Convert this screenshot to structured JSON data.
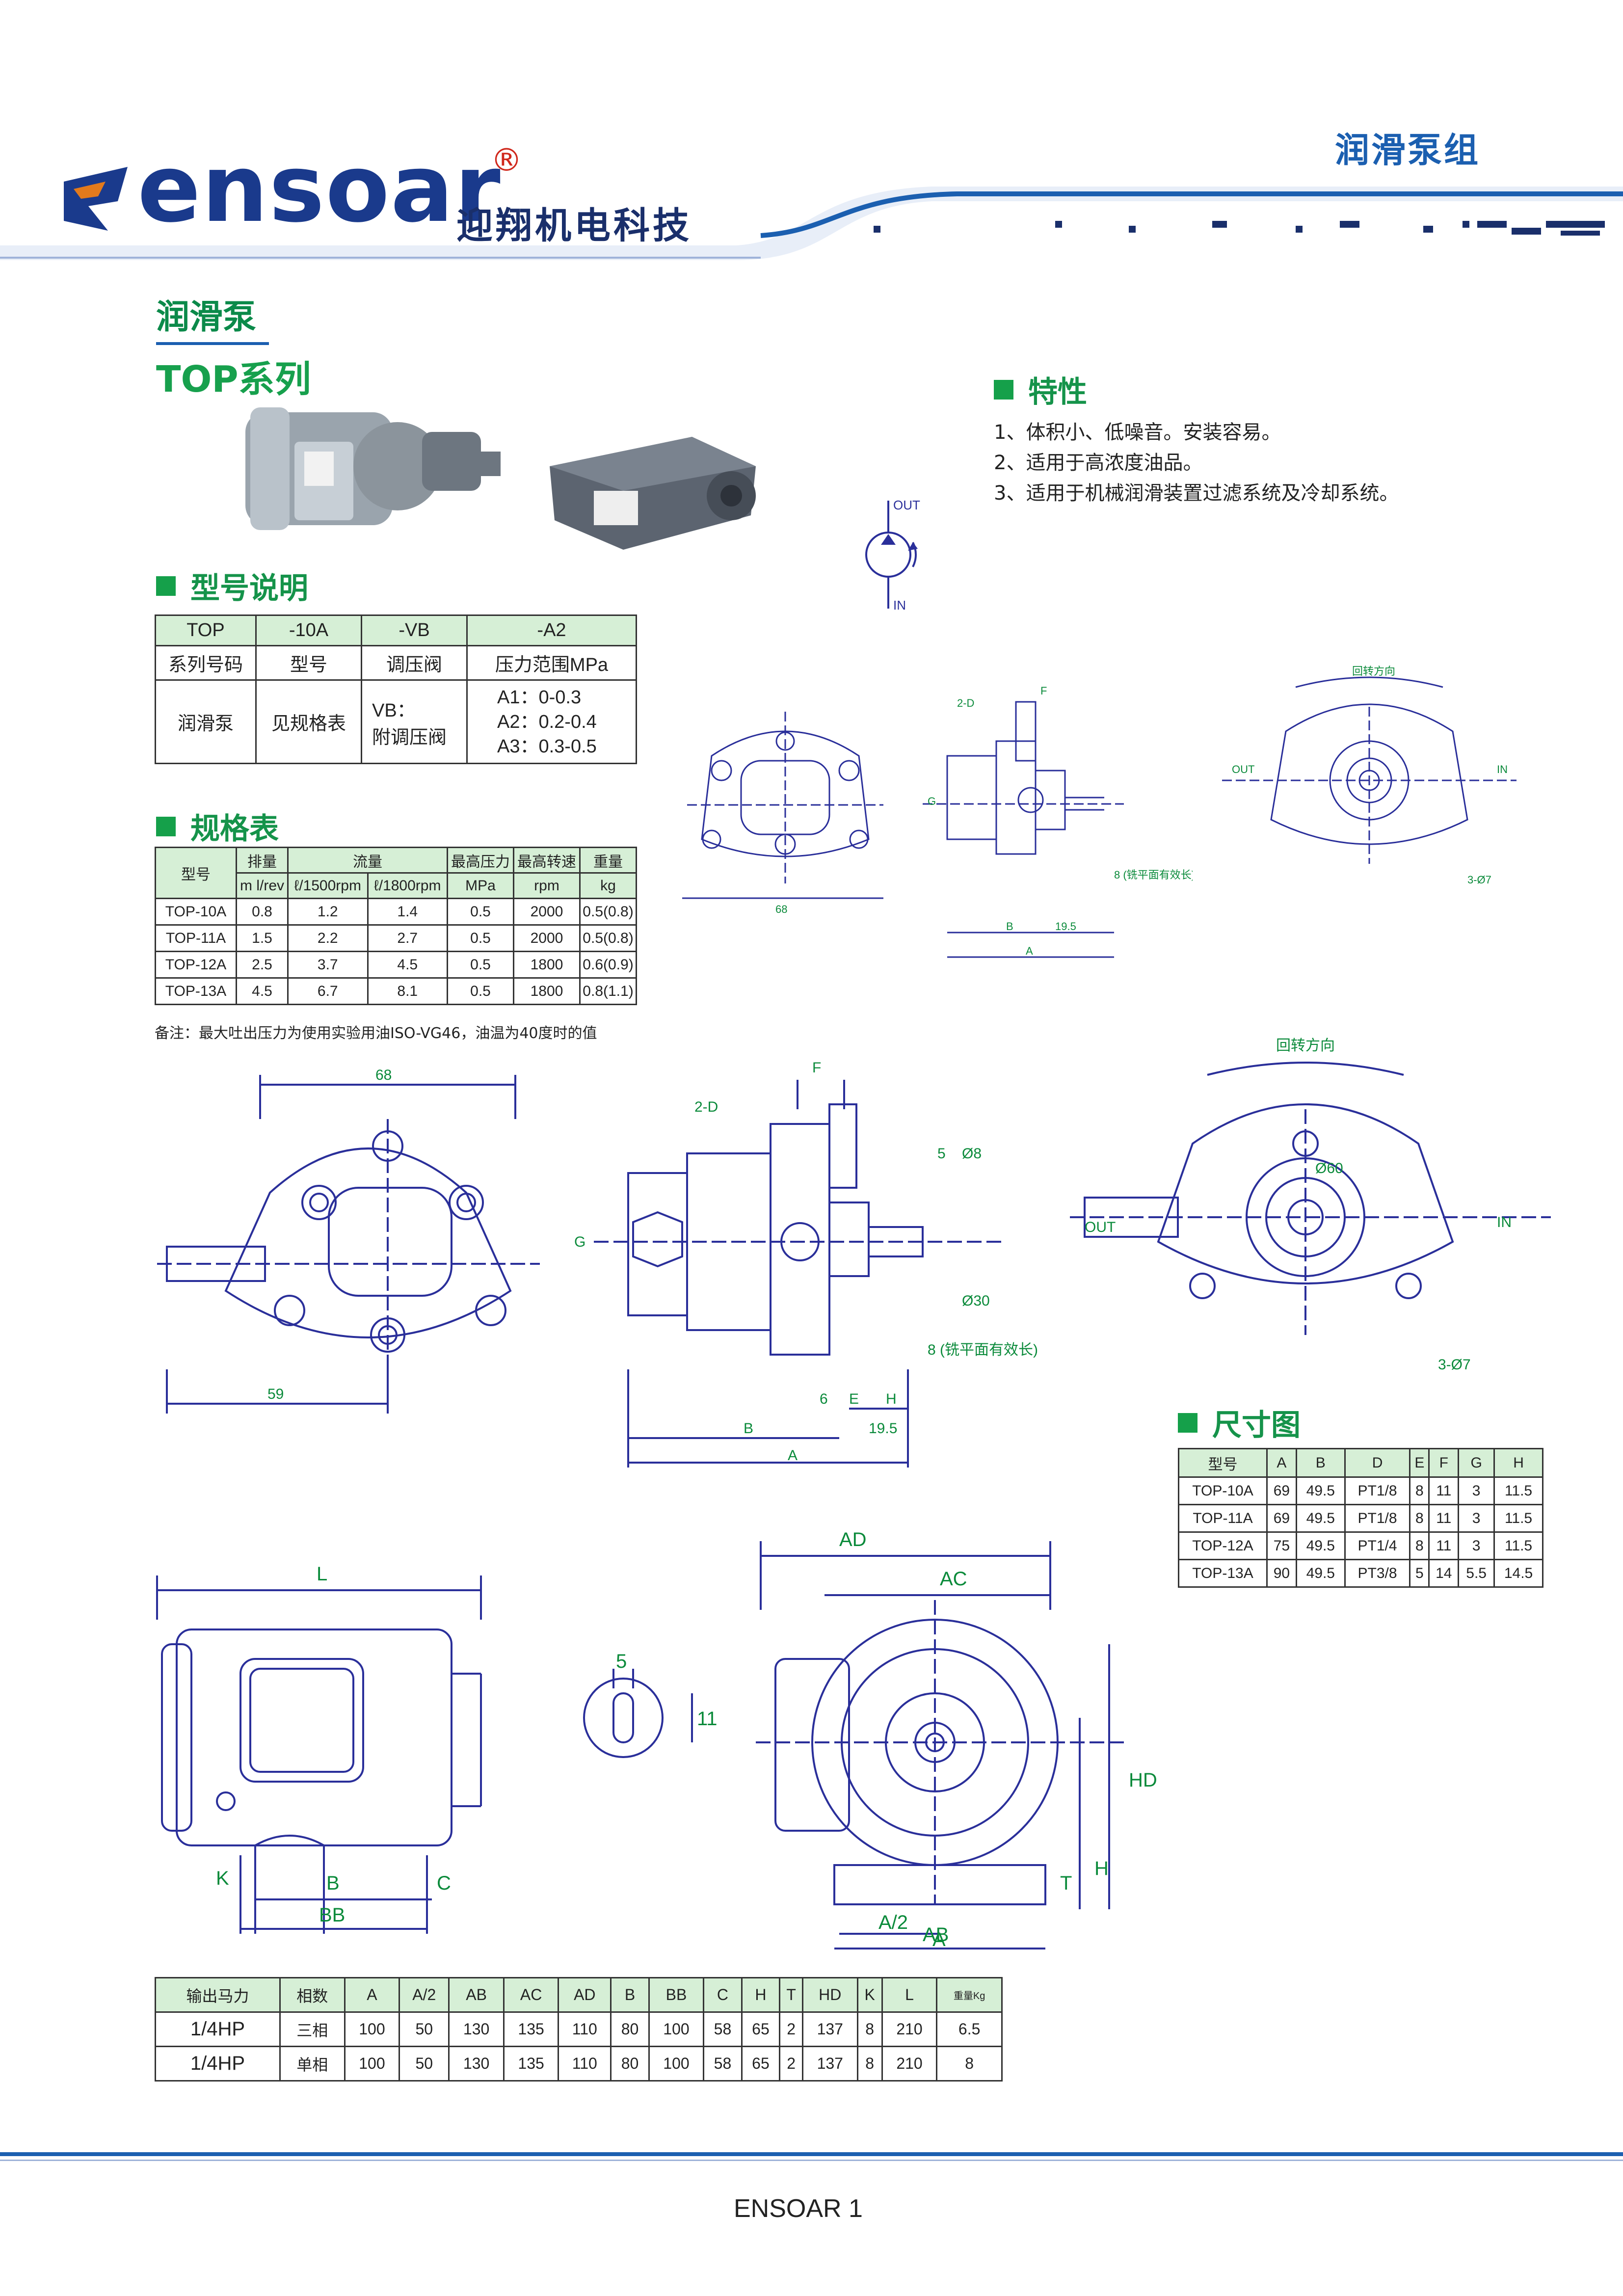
{
  "header": {
    "logo_text": "ensoar",
    "logo_registered": "®",
    "company_name": "迎翔机电科技",
    "category_title": "润滑泵组"
  },
  "product": {
    "title": "润滑泵",
    "subtitle": "TOP系列"
  },
  "features": {
    "heading": "特性",
    "items": [
      "1、体积小、低噪音。安装容易。",
      "2、适用于高浓度油品。",
      "3、适用于机械润滑装置过滤系统及冷却系统。"
    ]
  },
  "symbol": {
    "out": "OUT",
    "in": "IN"
  },
  "model_explain": {
    "heading": "型号说明",
    "row1": [
      "TOP",
      "-10A",
      "-VB",
      "-A2"
    ],
    "row2": [
      "系列号码",
      "型号",
      "调压阀",
      "压力范围MPa"
    ],
    "row3_col1": "润滑泵",
    "row3_col2": "见规格表",
    "row3_col3_line1": "VB：",
    "row3_col3_line2": "附调压阀",
    "row3_col4": [
      "A1：0-0.3",
      "A2：0.2-0.4",
      "A3：0.3-0.5"
    ]
  },
  "spec_table": {
    "heading": "规格表",
    "headers": {
      "model": "型号",
      "displacement": "排量",
      "flow": "流量",
      "max_pressure": "最高压力",
      "max_speed": "最高转速",
      "weight": "重量",
      "disp_unit": "m l/rev",
      "flow_1500": "ℓ/1500rpm",
      "flow_1800": "ℓ/1800rpm",
      "pressure_unit": "MPa",
      "speed_unit": "rpm",
      "weight_unit": "kg"
    },
    "rows": [
      [
        "TOP-10A",
        "0.8",
        "1.2",
        "1.4",
        "0.5",
        "2000",
        "0.5(0.8)"
      ],
      [
        "TOP-11A",
        "1.5",
        "2.2",
        "2.7",
        "0.5",
        "2000",
        "0.5(0.8)"
      ],
      [
        "TOP-12A",
        "2.5",
        "3.7",
        "4.5",
        "0.5",
        "1800",
        "0.6(0.9)"
      ],
      [
        "TOP-13A",
        "4.5",
        "6.7",
        "8.1",
        "0.5",
        "1800",
        "0.8(1.1)"
      ]
    ],
    "note": "备注：最大吐出压力为使用实验用油ISO-VG46，油温为40度时的值"
  },
  "drawing_labels": {
    "dim_68": "68",
    "dim_59": "59",
    "two_d": "2-D",
    "f": "F",
    "g": "G",
    "b": "B",
    "a": "A",
    "six": "6",
    "e": "E",
    "h": "H",
    "nineteen5": "19.5",
    "flat_note": "8 (铣平面有效长)",
    "rotation": "回转方向",
    "out": "OUT",
    "in": "IN",
    "three_phi7": "3-Ø7",
    "phi60": "Ø60",
    "phi30": "Ø30",
    "phi8": "Ø8",
    "five": "5"
  },
  "dimension_table": {
    "heading": "尺寸图",
    "headers": [
      "型号",
      "A",
      "B",
      "D",
      "E",
      "F",
      "G",
      "H"
    ],
    "rows": [
      [
        "TOP-10A",
        "69",
        "49.5",
        "PT1/8",
        "8",
        "11",
        "3",
        "11.5"
      ],
      [
        "TOP-11A",
        "69",
        "49.5",
        "PT1/8",
        "8",
        "11",
        "3",
        "11.5"
      ],
      [
        "TOP-12A",
        "75",
        "49.5",
        "PT1/4",
        "8",
        "11",
        "3",
        "11.5"
      ],
      [
        "TOP-13A",
        "90",
        "49.5",
        "PT3/8",
        "5",
        "14",
        "5.5",
        "14.5"
      ]
    ]
  },
  "motor_labels": {
    "L": "L",
    "K": "K",
    "B": "B",
    "C": "C",
    "BB": "BB",
    "key5": "5",
    "key11": "11",
    "AD": "AD",
    "AC": "AC",
    "HD": "HD",
    "H": "H",
    "T": "T",
    "A2": "A/2",
    "A": "A",
    "AB": "AB"
  },
  "motor_table": {
    "headers": [
      "输出马力",
      "相数",
      "A",
      "A/2",
      "AB",
      "AC",
      "AD",
      "B",
      "BB",
      "C",
      "H",
      "T",
      "HD",
      "K",
      "L",
      "重量Kg"
    ],
    "rows": [
      [
        "1/4HP",
        "三相",
        "100",
        "50",
        "130",
        "135",
        "110",
        "80",
        "100",
        "58",
        "65",
        "2",
        "137",
        "8",
        "210",
        "6.5"
      ],
      [
        "1/4HP",
        "单相",
        "100",
        "50",
        "130",
        "135",
        "110",
        "80",
        "100",
        "58",
        "65",
        "2",
        "137",
        "8",
        "210",
        "8"
      ]
    ]
  },
  "footer": {
    "page_label": "ENSOAR 1"
  },
  "colors": {
    "brand_blue": "#1a3a8c",
    "green": "#15a04a",
    "table_header": "#d6efd6",
    "drawing": "#2a2f9a"
  }
}
